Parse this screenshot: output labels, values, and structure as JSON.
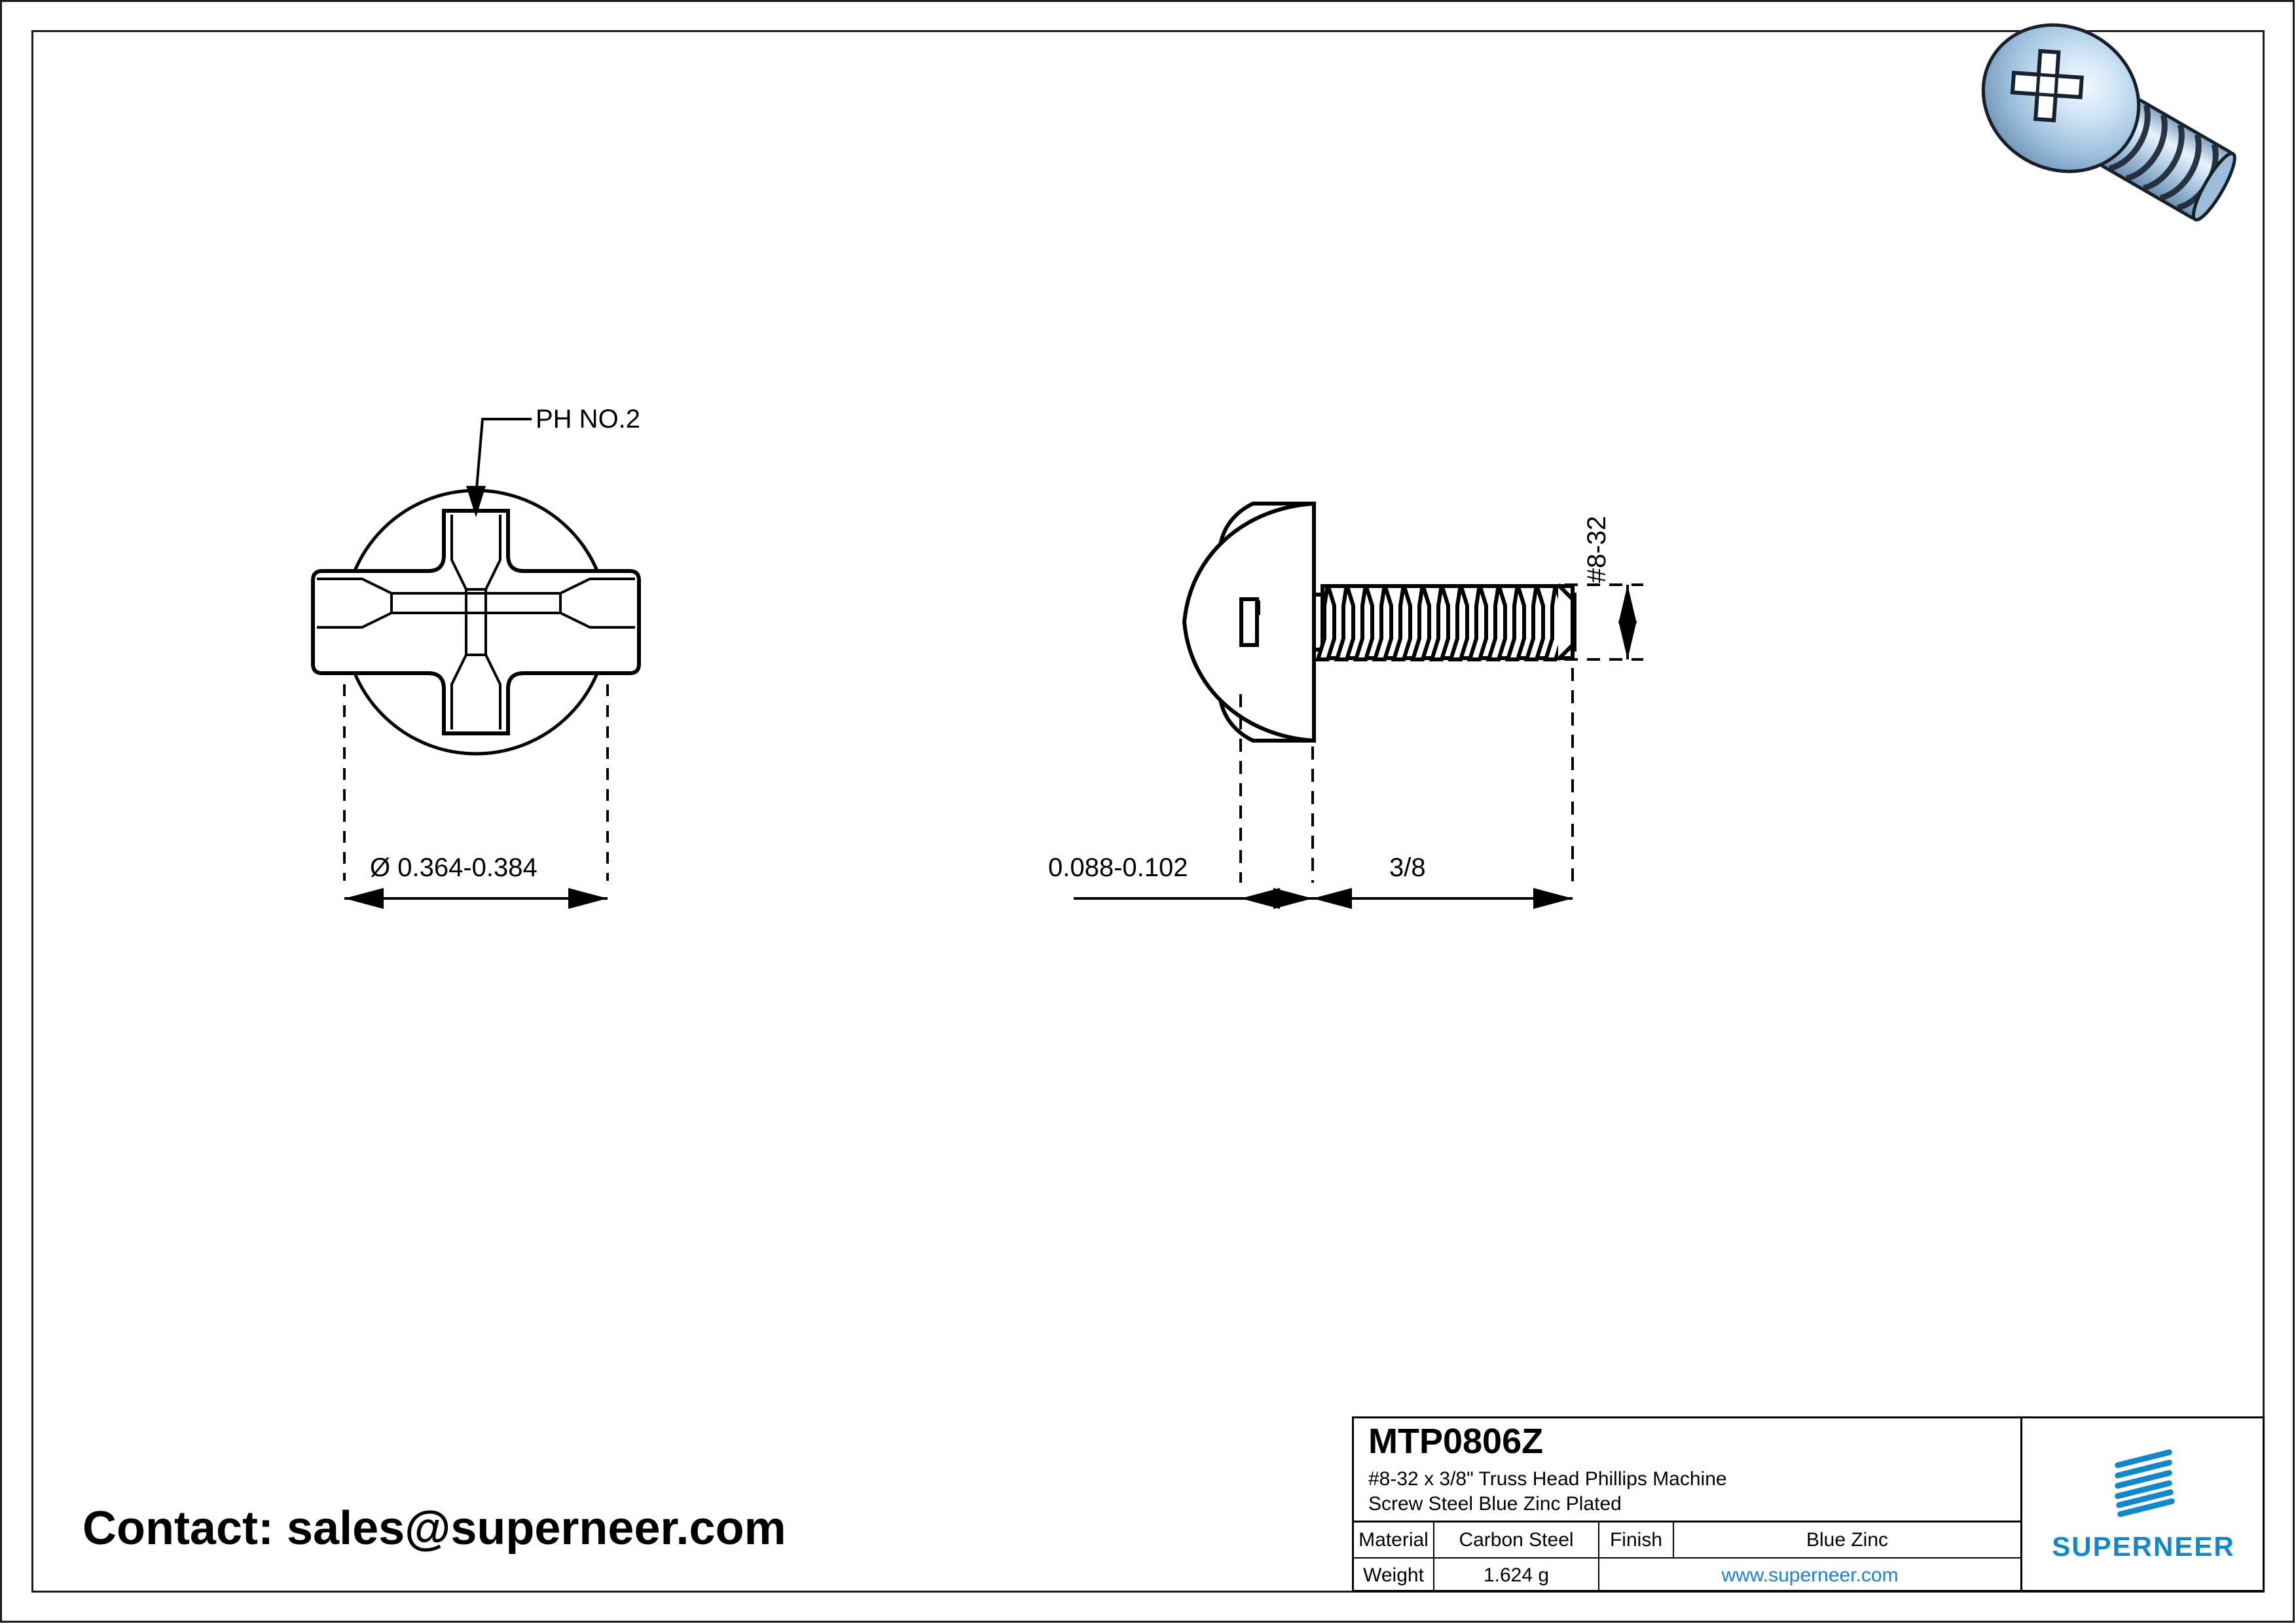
{
  "sheet": {
    "background": "#ffffff",
    "border_color": "#1b1b1b"
  },
  "contact": {
    "text": "Contact: sales@superneer.com"
  },
  "drawing": {
    "views": [
      {
        "name": "front-view",
        "label": "head end view with phillips recess"
      },
      {
        "name": "side-view",
        "label": "side section of truss head screw"
      },
      {
        "name": "isometric-render",
        "label": "3d blue zinc plated screw"
      }
    ],
    "annotations": {
      "drive_callout": "PH NO.2",
      "head_diameter": "Ø 0.364-0.384",
      "head_height": "0.088-0.102",
      "length": "3/8",
      "thread": "#8-32"
    }
  },
  "title_block": {
    "part_number": "MTP0806Z",
    "description_line1": "#8-32 x 3/8\" Truss Head Phillips Machine",
    "description_line2": "Screw Steel Blue Zinc Plated",
    "rows": [
      {
        "label": "Material",
        "value": "Carbon Steel",
        "label2": "Finish",
        "value2": "Blue Zinc"
      },
      {
        "label": "Weight",
        "value": "1.624 g",
        "website": "www.superneer.com"
      }
    ],
    "logo": {
      "name": "SUPERNEER",
      "color": "#1287cb"
    }
  },
  "colors": {
    "brand_blue": "#1287cb",
    "link_blue": "#1f7fd4",
    "line_black": "#000000",
    "render_steel_light": "#e8f2fb",
    "render_steel_mid": "#a8c8e4",
    "render_steel_dark": "#6f93b5"
  }
}
